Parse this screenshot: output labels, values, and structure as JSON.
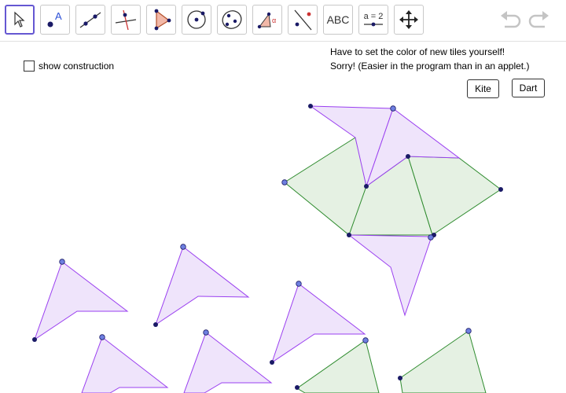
{
  "toolbar": {
    "tools": [
      {
        "id": "move",
        "icon": "move-arrow-icon"
      },
      {
        "id": "point",
        "icon": "point-icon",
        "label": "A"
      },
      {
        "id": "line",
        "icon": "line-through-points-icon"
      },
      {
        "id": "perpendicular",
        "icon": "perpendicular-line-icon"
      },
      {
        "id": "polygon",
        "icon": "polygon-icon"
      },
      {
        "id": "circle",
        "icon": "circle-center-point-icon"
      },
      {
        "id": "ellipse",
        "icon": "conic-five-points-icon"
      },
      {
        "id": "angle",
        "icon": "angle-icon",
        "label": "α"
      },
      {
        "id": "reflect",
        "icon": "reflect-about-line-icon"
      },
      {
        "id": "text",
        "icon": "text-icon",
        "label": "ABC"
      },
      {
        "id": "slider",
        "icon": "slider-icon",
        "label": "a = 2"
      },
      {
        "id": "move-graphics",
        "icon": "move-graphics-view-icon"
      }
    ],
    "undo_icon": "undo-icon",
    "redo_icon": "redo-icon"
  },
  "applet": {
    "show_construction_label": "show construction",
    "info_line_1": "Have to set the color of new tiles yourself!",
    "info_line_2": "Sorry! (Easier in the program than in an applet.)",
    "kite_button": "Kite",
    "dart_button": "Dart"
  },
  "colors": {
    "dart_fill": "#efe4fb",
    "dart_stroke": "#9a3ff0",
    "kite_fill": "#e5f1e3",
    "kite_stroke": "#2e8b2e",
    "point_fill": "#6e7fe0",
    "point_dark": "#1a1a66",
    "active_tool_border": "#6557d2"
  }
}
